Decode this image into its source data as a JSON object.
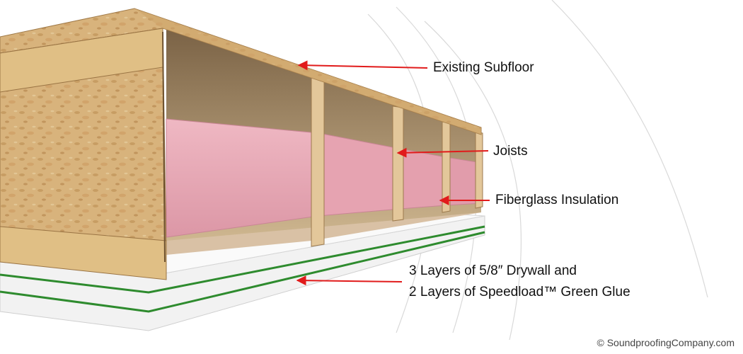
{
  "callouts": {
    "subfloor": "Existing Subfloor",
    "joists": "Joists",
    "insulation": "Fiberglass Insulation",
    "drywall_line1": "3 Layers of 5/8″ Drywall and",
    "drywall_line2": "2 Layers of Speedload™ Green Glue"
  },
  "copyright": "© SoundproofingCompany.com",
  "colors": {
    "osb": "#d9b27a",
    "insulation": "#e9a9b6",
    "drywall": "#eeeeee",
    "green_glue": "#2e8b2e",
    "arrow": "#e11b1b"
  }
}
